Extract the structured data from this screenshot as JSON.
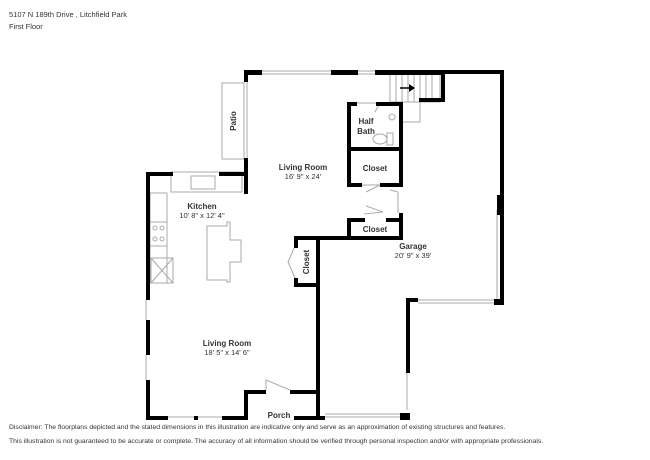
{
  "header": {
    "address": "5107 N 189th Drive , Litchfield Park",
    "floor": "First Floor"
  },
  "rooms": [
    {
      "name": "Living Room",
      "dims": "16' 9\" x 24'"
    },
    {
      "name": "Kitchen",
      "dims": "10' 8\" x 12' 4\""
    },
    {
      "name": "Living Room",
      "dims": "18' 5\" x 14' 6\""
    },
    {
      "name": "Garage",
      "dims": "20' 9\" x 39'"
    },
    {
      "name": "Half",
      "dims": "Bath"
    },
    {
      "name": "Closet"
    },
    {
      "name": "Closet"
    },
    {
      "name": "Closet"
    },
    {
      "name": "Patio"
    },
    {
      "name": "Porch"
    }
  ],
  "icons": {
    "stairs": "stairs-arrow-right"
  },
  "disclaimer": {
    "line1": "Disclaimer: The floorplans depicted and the stated dimensions in this illustration are indicative only and serve as an approximation of existing structures and features.",
    "line2": "This illustration is not guaranteed to be accurate or complete. The accuracy of all information should be verified through personal inspection and/or with appropriate professionals."
  },
  "colors": {
    "wall": "#000000",
    "fixture": "#999999",
    "text": "#333333"
  }
}
